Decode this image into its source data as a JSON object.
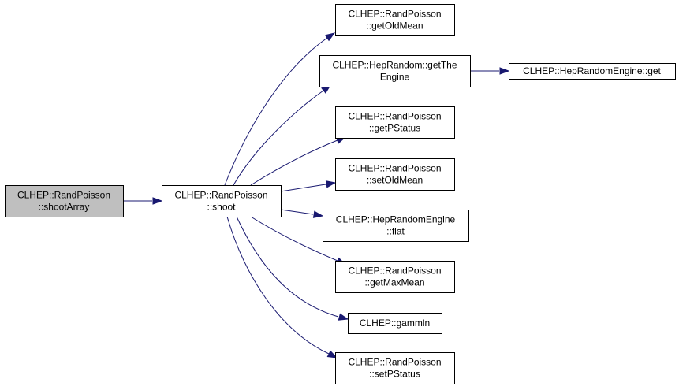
{
  "diagram": {
    "root": {
      "id": "shootArray",
      "lines": [
        "CLHEP::RandPoisson",
        "::shootArray"
      ]
    },
    "nodes": [
      {
        "id": "shoot",
        "lines": [
          "CLHEP::RandPoisson",
          "::shoot"
        ]
      },
      {
        "id": "getOldMean",
        "lines": [
          "CLHEP::RandPoisson",
          "::getOldMean"
        ]
      },
      {
        "id": "getTheEngine",
        "lines": [
          "CLHEP::HepRandom::getThe",
          "Engine"
        ]
      },
      {
        "id": "engineGet",
        "lines": [
          "CLHEP::HepRandomEngine::get"
        ]
      },
      {
        "id": "getPStatus",
        "lines": [
          "CLHEP::RandPoisson",
          "::getPStatus"
        ]
      },
      {
        "id": "setOldMean",
        "lines": [
          "CLHEP::RandPoisson",
          "::setOldMean"
        ]
      },
      {
        "id": "flat",
        "lines": [
          "CLHEP::HepRandomEngine",
          "::flat"
        ]
      },
      {
        "id": "getMaxMean",
        "lines": [
          "CLHEP::RandPoisson",
          "::getMaxMean"
        ]
      },
      {
        "id": "gammln",
        "lines": [
          "CLHEP::gammln"
        ]
      },
      {
        "id": "setPStatus",
        "lines": [
          "CLHEP::RandPoisson",
          "::setPStatus"
        ]
      }
    ],
    "edges": [
      {
        "from": "shootArray",
        "to": "shoot"
      },
      {
        "from": "shoot",
        "to": "getOldMean"
      },
      {
        "from": "shoot",
        "to": "getTheEngine"
      },
      {
        "from": "getTheEngine",
        "to": "engineGet"
      },
      {
        "from": "shoot",
        "to": "getPStatus"
      },
      {
        "from": "shoot",
        "to": "setOldMean"
      },
      {
        "from": "shoot",
        "to": "flat"
      },
      {
        "from": "shoot",
        "to": "getMaxMean"
      },
      {
        "from": "shoot",
        "to": "gammln"
      },
      {
        "from": "shoot",
        "to": "setPStatus"
      }
    ],
    "colors": {
      "edge": "#191970",
      "root_fill": "#bfbfbf",
      "node_fill": "#ffffff",
      "border": "#000000"
    }
  }
}
